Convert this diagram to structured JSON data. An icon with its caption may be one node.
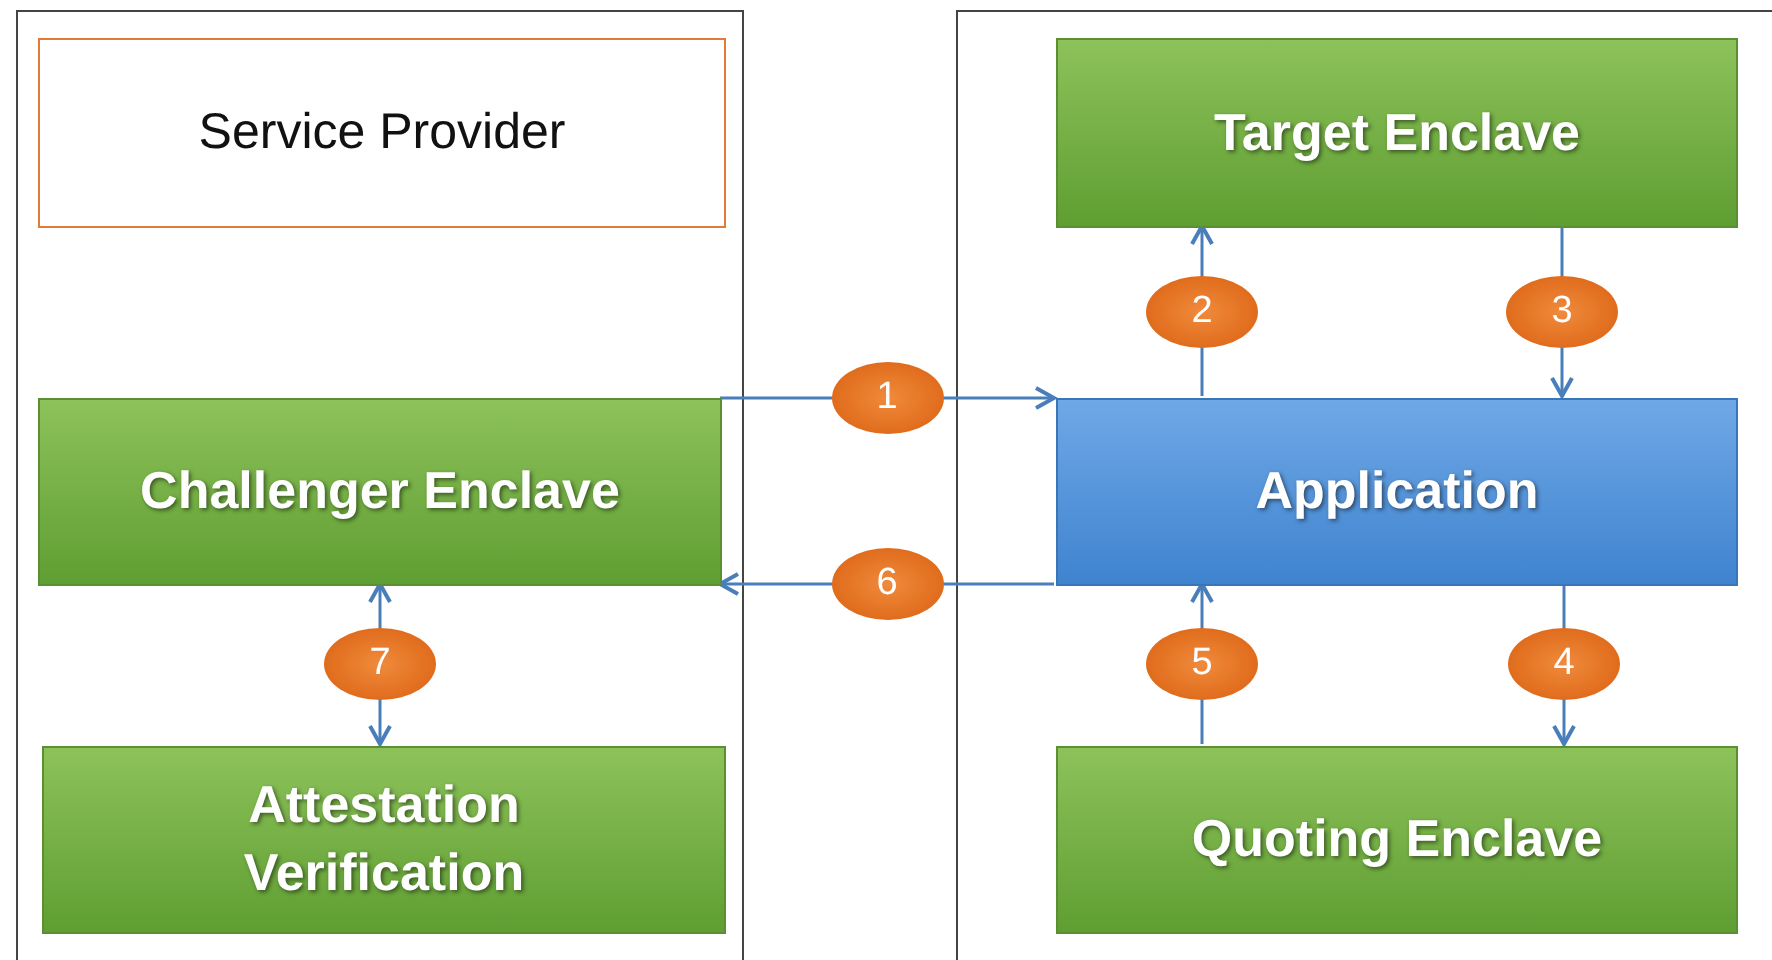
{
  "diagram": {
    "nodes": [
      {
        "text": [],
        "shape": "box"
      },
      {
        "text": [
          "Service Provider"
        ],
        "in": 0
      },
      {
        "text": [
          "Challenger Enclave"
        ],
        "in": 0
      },
      {
        "text": [
          "Attestation Verification"
        ],
        "in": 0
      },
      {
        "text": [],
        "shape": "box"
      },
      {
        "text": [
          "Target Enclave"
        ],
        "in": 4
      },
      {
        "text": [
          "Application"
        ],
        "in": 4
      },
      {
        "text": [
          "Quoting Enclave"
        ],
        "in": 4
      }
    ],
    "edges": [
      {
        "from": 2,
        "to": 6,
        "arrow": "to",
        "label": "1"
      },
      {
        "from": 6,
        "to": 5,
        "arrow": "to",
        "label": "2"
      },
      {
        "from": 5,
        "to": 6,
        "arrow": "to",
        "label": "3"
      },
      {
        "from": 6,
        "to": 7,
        "arrow": "to",
        "label": "4"
      },
      {
        "from": 7,
        "to": 6,
        "arrow": "to",
        "label": "5"
      },
      {
        "from": 6,
        "to": 2,
        "arrow": "to",
        "label": "6"
      },
      {
        "from": 2,
        "to": 3,
        "arrow": "both",
        "label": "7"
      }
    ]
  }
}
